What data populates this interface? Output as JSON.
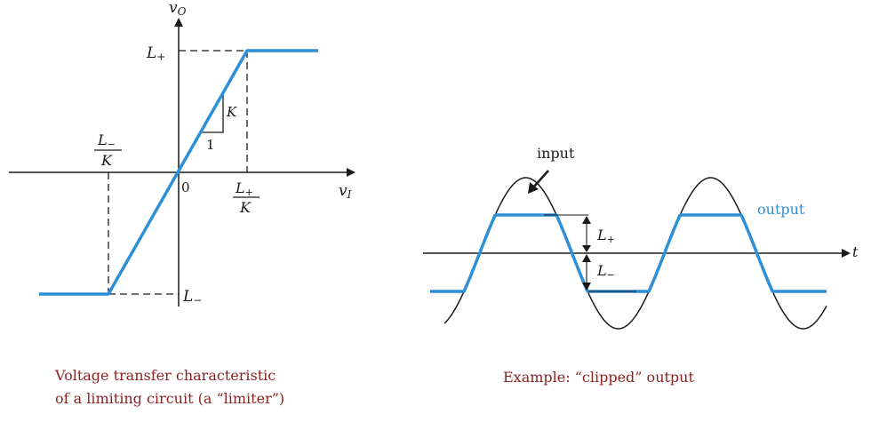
{
  "left_figure": {
    "axes": {
      "y_label": "v",
      "y_label_sub": "O",
      "x_label": "v",
      "x_label_sub": "I",
      "origin_label": "0"
    },
    "levels": {
      "upper": "L",
      "upper_sign": "+",
      "lower": "L",
      "lower_sign": "−"
    },
    "breakpoints": {
      "pos_num": "L",
      "pos_num_sign": "+",
      "pos_den": "K",
      "neg_num": "L",
      "neg_num_sign": "−",
      "neg_den": "K"
    },
    "slope": {
      "rise": "K",
      "run": "1"
    },
    "caption_line1": "Voltage transfer characteristic",
    "caption_line2": "of a limiting circuit (a “limiter”)"
  },
  "right_figure": {
    "input_label": "input",
    "output_label": "output",
    "time_label": "t",
    "upper_level": "L",
    "upper_sign": "+",
    "lower_level": "L",
    "lower_sign": "−",
    "caption": "Example: “clipped” output"
  },
  "colors": {
    "trace": "#2e8fd9",
    "axis": "#1a1a1a",
    "caption": "#8b2323"
  }
}
